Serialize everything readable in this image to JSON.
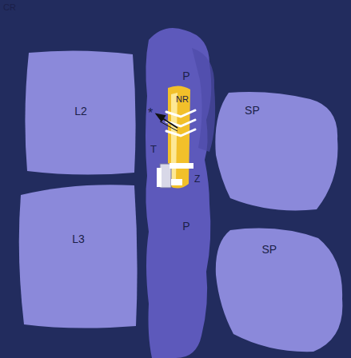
{
  "diagram": {
    "nodes": [
      {
        "text": [
          "L2"
        ]
      },
      {
        "text": [
          "P"
        ]
      },
      {
        "text": [
          "SP"
        ]
      },
      {
        "text": [
          "L3"
        ]
      },
      {
        "text": [
          "P"
        ]
      },
      {
        "text": [
          "SP"
        ]
      }
    ],
    "labels": [
      "CR",
      "NR",
      "*",
      "T",
      "Z"
    ]
  }
}
